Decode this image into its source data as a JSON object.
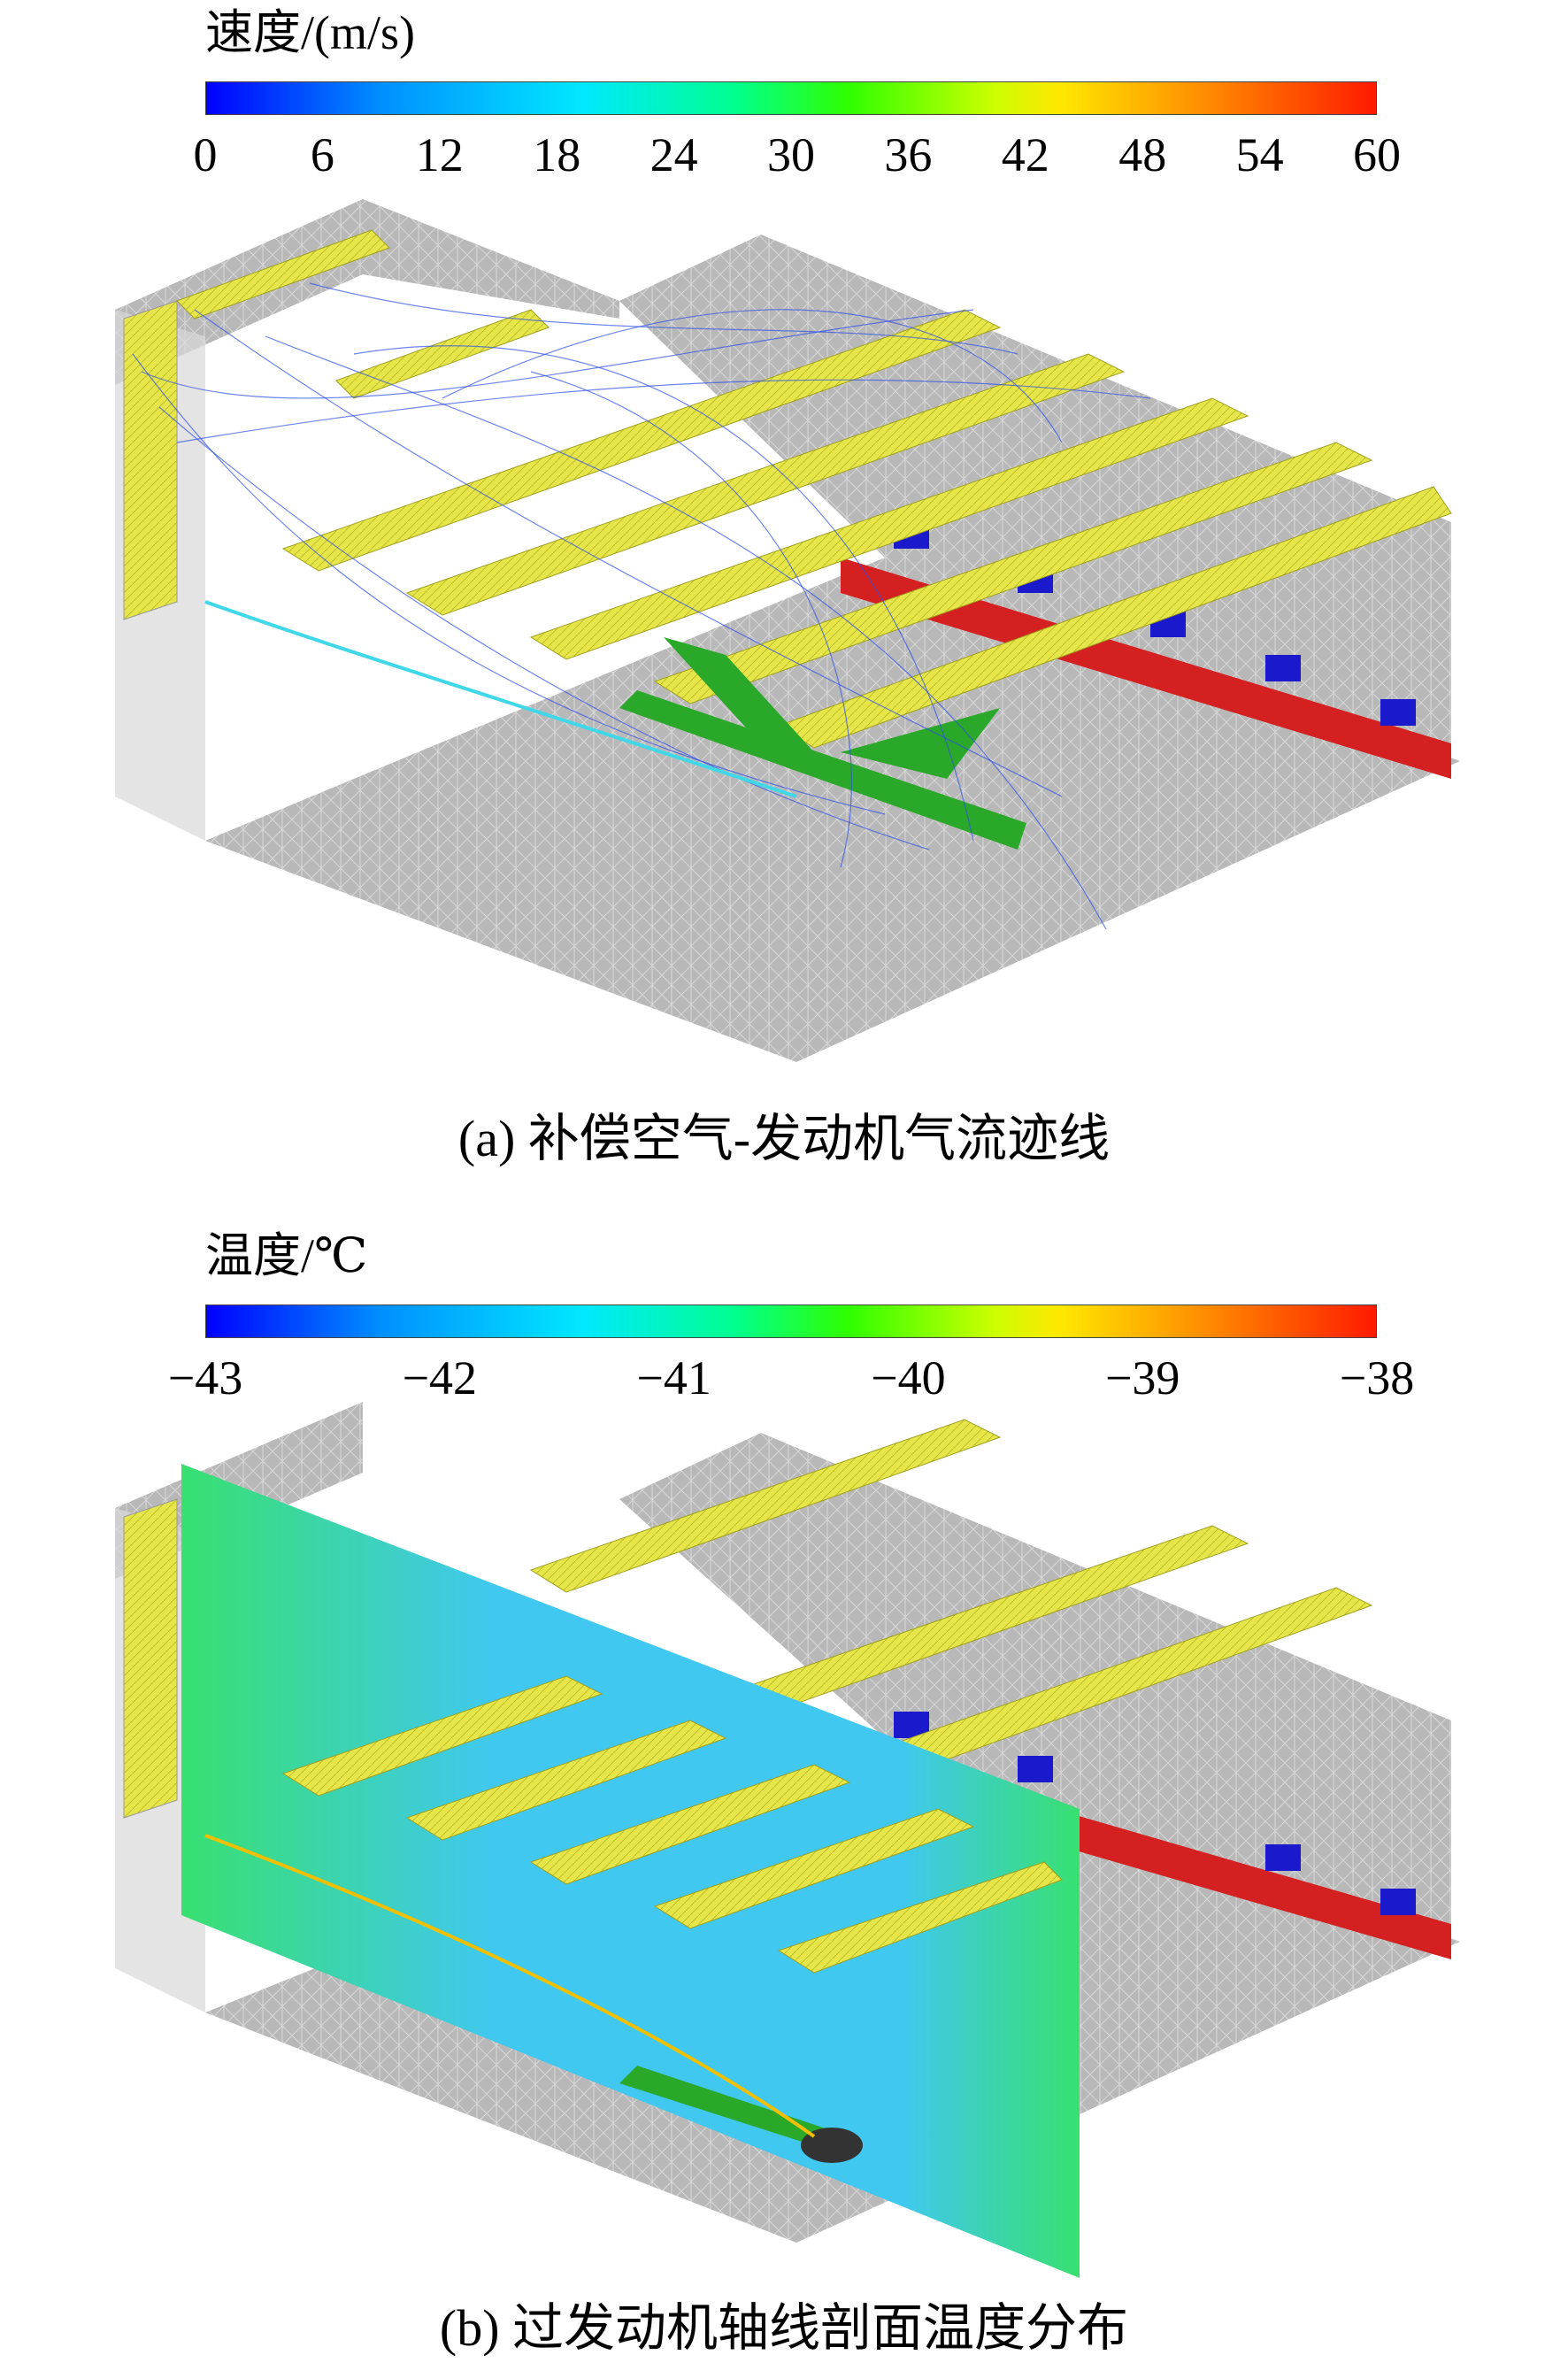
{
  "panel_a": {
    "colorbar_title": "速度/(m/s)",
    "ticks": [
      "0",
      "6",
      "12",
      "18",
      "24",
      "30",
      "36",
      "42",
      "48",
      "54",
      "60"
    ],
    "caption": "(a) 补偿空气-发动机气流迹线"
  },
  "panel_b": {
    "colorbar_title": "温度/℃",
    "ticks": [
      "−43",
      "−42",
      "−41",
      "−40",
      "−39",
      "−38"
    ],
    "caption": "(b) 过发动机轴线剖面温度分布"
  },
  "colors": {
    "duct": "#e6e64a",
    "mesh_gray": "#b4b4b4",
    "wall_gray": "#a8a8a8",
    "red_duct": "#d42020",
    "blue_outlet": "#1a1acc",
    "aircraft_green": "#2aa82a",
    "streamline_blue": "#3050e8",
    "section_green": "#38e070",
    "section_cyan": "#40c8f0"
  }
}
